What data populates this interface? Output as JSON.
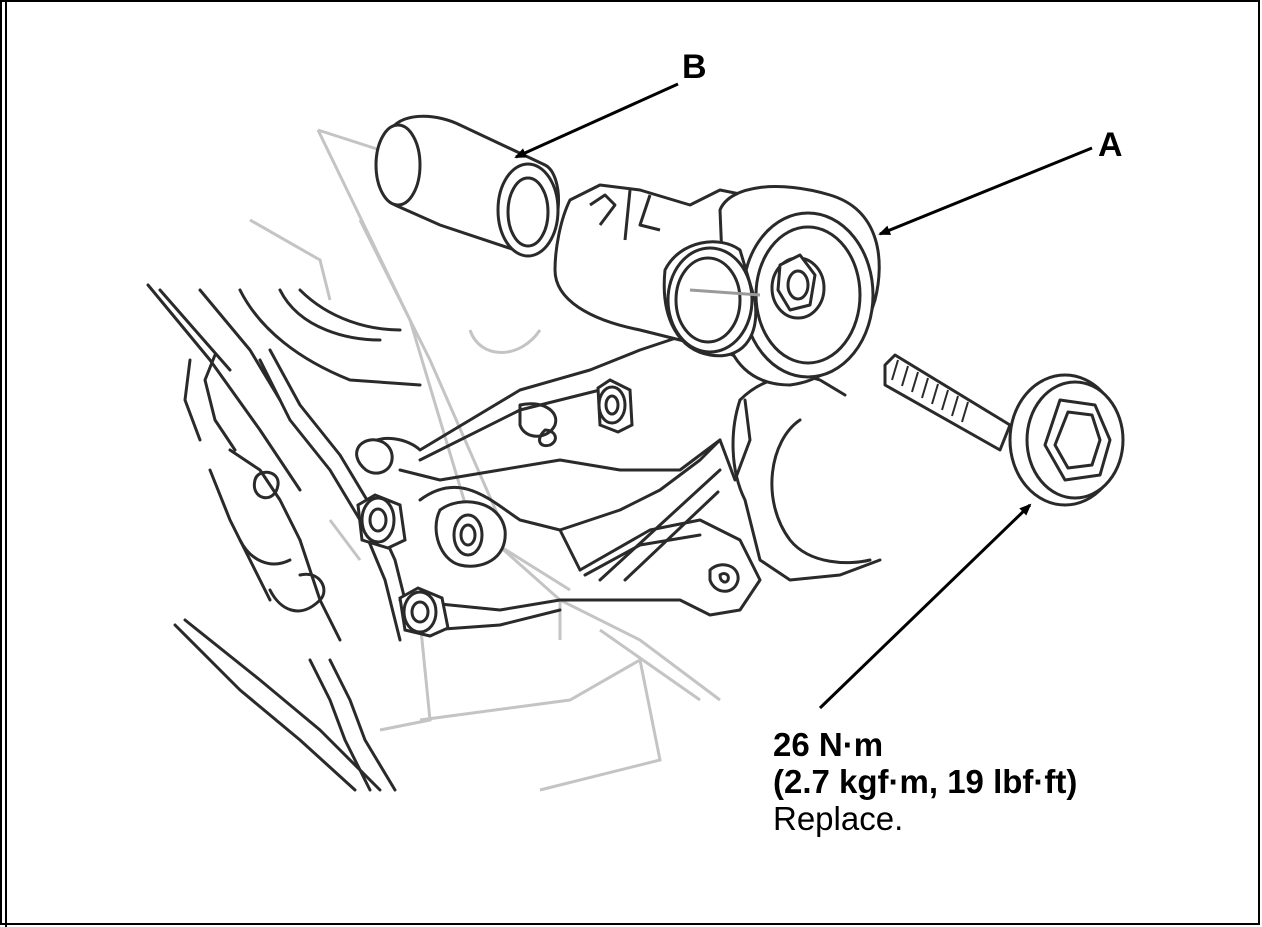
{
  "callouts": {
    "a": "A",
    "b": "B"
  },
  "torque_spec": {
    "value": "26 N·m",
    "conversion": "(2.7 kgf·m, 19 lbf·ft)",
    "note": "Replace."
  },
  "colors": {
    "ink": "#2a2a2a",
    "ghost": "#bdbdbd",
    "frame": "#000000"
  }
}
